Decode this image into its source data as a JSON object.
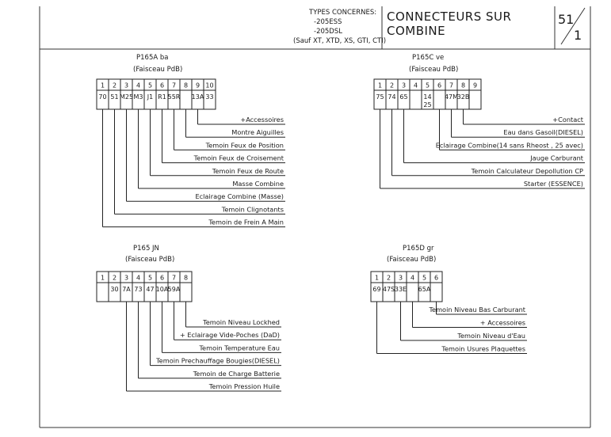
{
  "header": {
    "types_label": "TYPES CONCERNES:",
    "types_lines": [
      "-205ESS",
      "-205DSL",
      "(Sauf XT, XTD, XS, GTI, CTI)"
    ],
    "title_lines": [
      "CONNECTEURS SUR",
      "COMBINE"
    ],
    "page_num": "51",
    "page_sub": "1"
  },
  "connectors": [
    {
      "name": "P165A ba",
      "harness": "(Faisceau PdB)",
      "pins": [
        "1",
        "2",
        "3",
        "4",
        "5",
        "6",
        "7",
        "8",
        "9",
        "10"
      ],
      "values": [
        "70",
        "51",
        "M25",
        "M3",
        "J1",
        "R1",
        "55R",
        "",
        "13A",
        "33"
      ],
      "subvalues": [
        "",
        "",
        "",
        "",
        "",
        "",
        "",
        "",
        "",
        ""
      ],
      "labels": [
        "+Accessoires",
        "Montre Aiguilles",
        "Temoin Feux de Position",
        "Temoin Feux de Croisement",
        "Temoin Feux de Route",
        "Masse Combine",
        "Eclairage Combine (Masse)",
        "Temoin Clignotants",
        "Temoin de Frein A Main"
      ]
    },
    {
      "name": "P165C ve",
      "harness": "(Faisceau PdB)",
      "pins": [
        "1",
        "2",
        "3",
        "4",
        "5",
        "6",
        "7",
        "8",
        "9"
      ],
      "values": [
        "75",
        "74",
        "65",
        "",
        "14",
        "",
        "47M",
        "32B",
        ""
      ],
      "subvalues": [
        "",
        "",
        "",
        "",
        "25",
        "",
        "",
        "",
        ""
      ],
      "labels": [
        "+Contact",
        "Eau dans Gasoil(DIESEL)",
        "Eclairage Combine(14 sans Rheost , 25 avec)",
        "Jauge Carburant",
        "Temoin Calculateur Depollution CP",
        "Starter (ESSENCE)"
      ]
    },
    {
      "name": "P165 JN",
      "harness": "(Faisceau PdB)",
      "pins": [
        "1",
        "2",
        "3",
        "4",
        "5",
        "6",
        "7",
        "8"
      ],
      "values": [
        "",
        "30",
        "7A",
        "73",
        "47",
        "10A",
        "59A",
        ""
      ],
      "subvalues": [
        "",
        "",
        "",
        "",
        "",
        "",
        "",
        ""
      ],
      "labels": [
        "Temoin Niveau Lockhed",
        "+ Eclairage Vide-Poches (DaD)",
        "Temoin Temperature Eau",
        "Temoin Prechauffage Bougies(DIESEL)",
        "Temoin de Charge Batterie",
        "Temoin Pression Huile"
      ]
    },
    {
      "name": "P165D gr",
      "harness": "(Faisceau PdB)",
      "pins": [
        "1",
        "2",
        "3",
        "4",
        "5",
        "6"
      ],
      "values": [
        "69",
        "47S",
        "33E",
        "",
        "65A",
        ""
      ],
      "subvalues": [
        "",
        "",
        "",
        "",
        "",
        ""
      ],
      "labels": [
        "Temoin Niveau Bas Carburant",
        "+ Accessoires",
        "Temoin Niveau d'Eau",
        "Temoin Usures Plaquettes"
      ]
    }
  ]
}
